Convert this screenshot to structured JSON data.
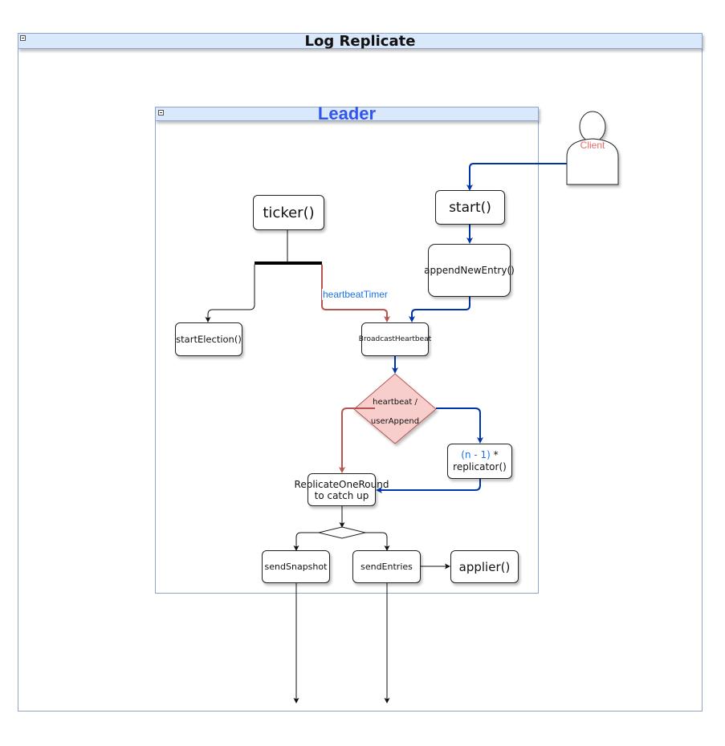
{
  "outer": {
    "title": "Log Replicate"
  },
  "leader": {
    "title": "Leader"
  },
  "client": {
    "label": "Client"
  },
  "nodes": {
    "ticker": "ticker()",
    "start": "start()",
    "append": "appendNewEntry()",
    "startElection": "startElection()",
    "broadcast": "BroadcastHeartbeat",
    "decision_line1": "heartbeat /",
    "decision_line2": "userAppend",
    "replicator_prefix": "(n - 1)",
    "replicator_suffix": " *",
    "replicator_line2": "replicator()",
    "round_line1": "ReplicateOneRound",
    "round_line2": "to catch up",
    "sendSnapshot": "sendSnapshot",
    "sendEntries": "sendEntries",
    "applier": "applier()"
  },
  "edges": {
    "heartbeatTimer": "heartbeatTimer"
  },
  "colors": {
    "blue_edge": "#0033aa",
    "red_edge": "#b85450",
    "decision_fill": "#f8cecc",
    "container_head": "#dae8fc",
    "leader_title": "#3355ee",
    "client_label": "#ea6b66",
    "label_blue": "#1a73e8"
  }
}
